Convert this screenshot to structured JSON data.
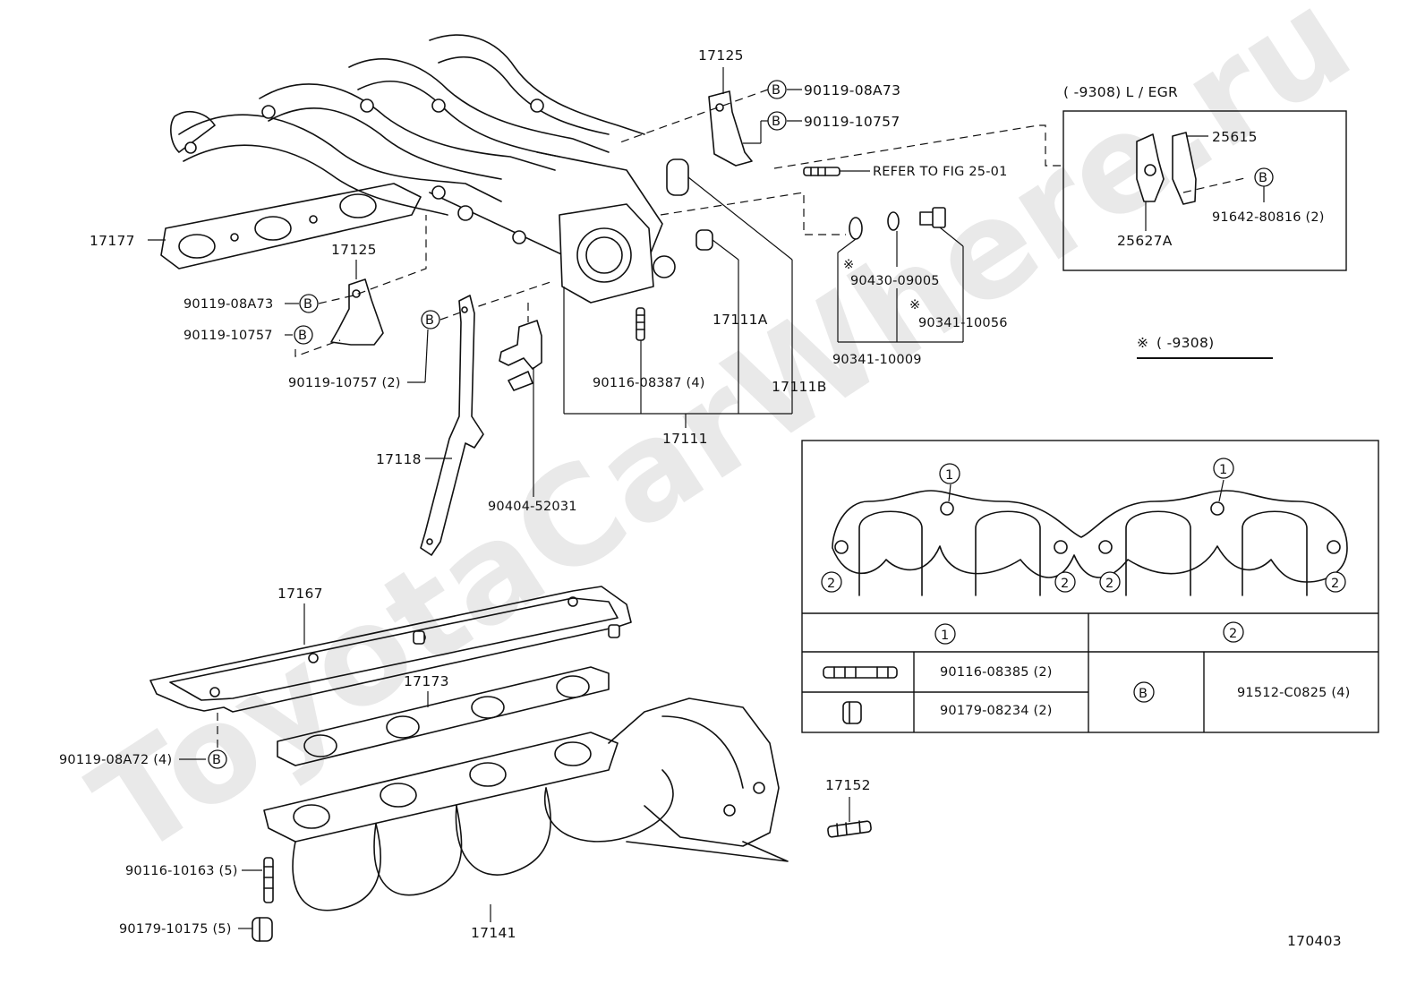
{
  "watermark": "ToyotaCarWhere.ru",
  "diagram_number": "170403",
  "labels": {
    "p17125_top": "17125",
    "p17125_left": "17125",
    "b_08a73_top": "90119-08A73",
    "b_10757_top": "90119-10757",
    "b_08a73_left": "90119-08A73",
    "b_10757_left": "90119-10757",
    "b_10757x2": "90119-10757 (2)",
    "p17177": "17177",
    "refer": "REFER TO FIG 25-01",
    "egr_header": "(       -9308) L / EGR",
    "p25615": "25615",
    "p25627a": "25627A",
    "p91642": "91642-80816 (2)",
    "p90430": "90430-09005",
    "p90341_56": "90341-10056",
    "p90341_09": "90341-10009",
    "p17111a": "17111A",
    "p17111b": "17111B",
    "p17111": "17111",
    "p90116_87": "90116-08387 (4)",
    "p17118": "17118",
    "p90404": "90404-52031",
    "note": "(         -9308)",
    "p17167": "17167",
    "p17173": "17173",
    "p90119_08a72": "90119-08A72 (4)",
    "p90116_63": "90116-10163 (5)",
    "p90179_75": "90179-10175 (5)",
    "p17141": "17141",
    "p17152": "17152"
  },
  "symbols": {
    "bolt_marker": "B",
    "note_marker": "※",
    "circled_1": "1",
    "circled_2": "2"
  },
  "table": {
    "col1_header": "1",
    "col2_header": "2",
    "rows": [
      {
        "part": "90116-08385 (2)"
      },
      {
        "part": "90179-08234 (2)"
      }
    ],
    "col2_symbol": "B",
    "col2_part": "91512-C0825 (4)"
  }
}
